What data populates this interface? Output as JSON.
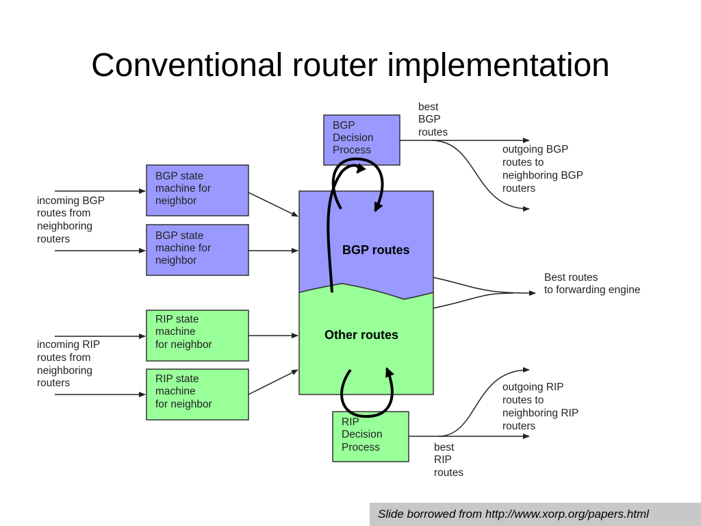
{
  "slide": {
    "title": "Conventional router implementation",
    "footer": "Slide borrowed from http://www.xorp.org/papers.html"
  },
  "diagram": {
    "colors": {
      "bgp": "#9999ff",
      "rip": "#99ff99",
      "stroke": "#333333"
    },
    "boxes": {
      "bgp_decision": [
        "BGP",
        "Decision",
        "Process"
      ],
      "bgp_sm_1": [
        "BGP state",
        "machine for",
        "neighbor"
      ],
      "bgp_sm_2": [
        "BGP state",
        "machine for",
        "neighbor"
      ],
      "rip_sm_1": [
        "RIP state",
        "machine",
        "for neighbor"
      ],
      "rip_sm_2": [
        "RIP state",
        "machine",
        "for neighbor"
      ],
      "rip_decision": [
        "RIP",
        "Decision",
        "Process"
      ]
    },
    "rib": {
      "bgp_routes": "BGP routes",
      "other_routes": "Other routes"
    },
    "labels": {
      "best_bgp": [
        "best",
        "BGP",
        "routes"
      ],
      "outgoing_bgp": [
        "outgoing BGP",
        "routes to",
        "neighboring BGP",
        "routers"
      ],
      "incoming_bgp": [
        "incoming BGP",
        "routes from",
        "neighboring",
        "routers"
      ],
      "best_routes": [
        "Best routes",
        "to forwarding engine"
      ],
      "incoming_rip": [
        "incoming RIP",
        "routes from",
        "neighboring",
        "routers"
      ],
      "outgoing_rip": [
        "outgoing RIP",
        "routes to",
        "neighboring RIP",
        "routers"
      ],
      "best_rip": [
        "best",
        "RIP",
        "routes"
      ]
    }
  }
}
